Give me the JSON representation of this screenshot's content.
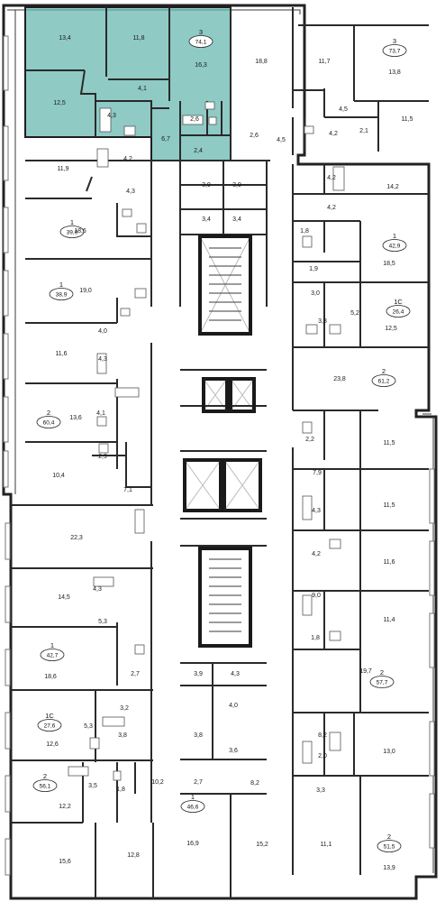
{
  "colors": {
    "highlight": "#64b5af",
    "wall": "#2a2a2a"
  },
  "apartments": [
    {
      "id": "apt-3-74",
      "rooms": "3",
      "area": "74,1"
    },
    {
      "id": "apt-3-73",
      "rooms": "3",
      "area": "73,7"
    },
    {
      "id": "apt-1-39-0",
      "rooms": "1",
      "area": "39,0"
    },
    {
      "id": "apt-1-42-9",
      "rooms": "1",
      "area": "42,9"
    },
    {
      "id": "apt-1-38-9",
      "rooms": "1",
      "area": "38,9"
    },
    {
      "id": "apt-1c-26-4",
      "rooms": "1С",
      "area": "26,4"
    },
    {
      "id": "apt-2-61-2",
      "rooms": "2",
      "area": "61,2"
    },
    {
      "id": "apt-2-60-4",
      "rooms": "2",
      "area": "60,4"
    },
    {
      "id": "apt-1-42-7",
      "rooms": "1",
      "area": "42,7"
    },
    {
      "id": "apt-2-57-7",
      "rooms": "2",
      "area": "57,7"
    },
    {
      "id": "apt-1c-27-6",
      "rooms": "1С",
      "area": "27,6"
    },
    {
      "id": "apt-2-56-1",
      "rooms": "2",
      "area": "56,1"
    },
    {
      "id": "apt-1-46-6",
      "rooms": "1",
      "area": "46,6"
    },
    {
      "id": "apt-2-51-5",
      "rooms": "2",
      "area": "51,5"
    }
  ],
  "rooms": [
    "13,4",
    "11,8",
    "16,3",
    "18,8",
    "11,7",
    "13,8",
    "12,5",
    "4,1",
    "4,3",
    "6,7",
    "2,6",
    "2,4",
    "2,6",
    "4,5",
    "4,5",
    "4,2",
    "2,1",
    "11,5",
    "4,2",
    "11,9",
    "4,3",
    "4,2",
    "14,2",
    "3,9",
    "3,9",
    "3,4",
    "3,4",
    "4,2",
    "18,6",
    "1,8",
    "18,5",
    "1,9",
    "19,0",
    "3,0",
    "5,2",
    "3,8",
    "12,5",
    "4,0",
    "11,6",
    "4,3",
    "23,8",
    "4,1",
    "13,6",
    "2,2",
    "11,5",
    "2,9",
    "10,4",
    "7,9",
    "7,1",
    "4,3",
    "11,5",
    "22,3",
    "4,2",
    "11,6",
    "14,5",
    "4,3",
    "9,0",
    "5,3",
    "11,4",
    "1,8",
    "18,6",
    "2,7",
    "19,7",
    "3,9",
    "4,3",
    "4,0",
    "3,2",
    "5,3",
    "3,8",
    "12,6",
    "3,8",
    "3,6",
    "8,2",
    "2,0",
    "13,0",
    "3,3",
    "3,5",
    "1,8",
    "10,2",
    "12,2",
    "2,7",
    "8,2",
    "15,6",
    "12,8",
    "16,9",
    "15,2",
    "11,1",
    "13,9"
  ]
}
